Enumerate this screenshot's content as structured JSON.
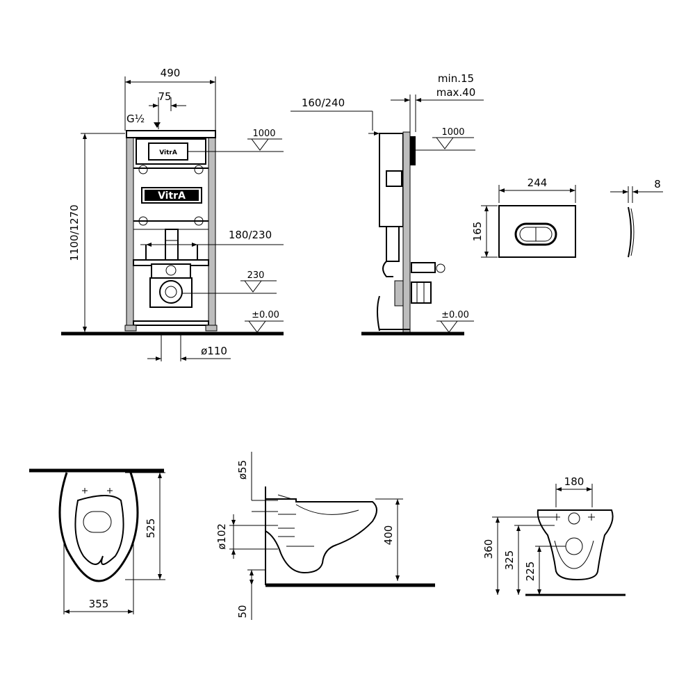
{
  "frame_front": {
    "width_label": "490",
    "offset_label": "75",
    "inlet_label": "G½",
    "height_label": "1100/1270",
    "level_top_label": "1000",
    "pipe_spacing_label": "180/230",
    "level_outlet_label": "230",
    "level_floor_label": "±0.00",
    "drain_label": "ø110",
    "brand_label": "VitrA"
  },
  "frame_side": {
    "depth_label": "160/240",
    "wall_min_label": "min.15",
    "wall_max_label": "max.40",
    "level_top_label": "1000",
    "level_floor_label": "±0.00"
  },
  "flush_plate": {
    "width_label": "244",
    "height_label": "165",
    "thickness_label": "8"
  },
  "bowl_top": {
    "length_label": "525",
    "width_label": "355"
  },
  "bowl_side": {
    "inlet_label": "ø55",
    "outlet_label": "ø102",
    "height_label": "400",
    "offset_label": "50"
  },
  "bowl_back": {
    "bolt_spacing_label": "180",
    "height_total_label": "360",
    "height_mid_label": "325",
    "height_low_label": "225"
  }
}
